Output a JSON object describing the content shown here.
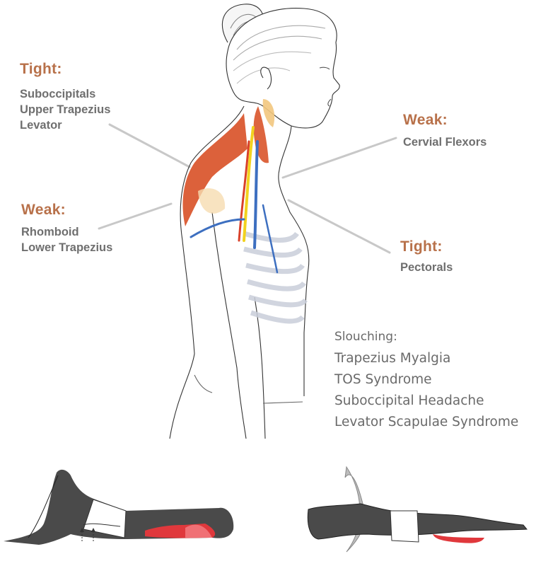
{
  "labels": {
    "tight_upper": {
      "heading": "Tight:",
      "items": [
        "Suboccipitals",
        "Upper Trapezius",
        "Levator"
      ]
    },
    "weak_left": {
      "heading": "Weak:",
      "items": [
        "Rhomboid",
        "Lower Trapezius"
      ]
    },
    "weak_right": {
      "heading": "Weak:",
      "items": [
        "Cervial Flexors"
      ]
    },
    "tight_right": {
      "heading": "Tight:",
      "items": [
        "Pectorals"
      ]
    }
  },
  "slouching": {
    "title": "Slouching:",
    "conditions": [
      "Trapezius Myalgia",
      "TOS Syndrome",
      "Suboccipital Headache",
      "Levator Scapulae Syndrome"
    ]
  },
  "illustrations": {
    "main": "side-view woman head neck torso with highlighted neck muscles, nerves and vessels",
    "bottom_left": "person lying with knees bent on red stretcher pad, arrows under hips",
    "bottom_right": "person lying flat with arms overhead on red stretcher pad"
  },
  "colors": {
    "heading": "#b8714a",
    "item_text": "#6f6f6f",
    "leader_line": "#c8c8c8",
    "muscle": "#d9542a",
    "vein": "#3d6fc0",
    "nerve": "#f2d21e",
    "body_silhouette": "#4a4a4a",
    "pad_red": "#e0383c"
  }
}
